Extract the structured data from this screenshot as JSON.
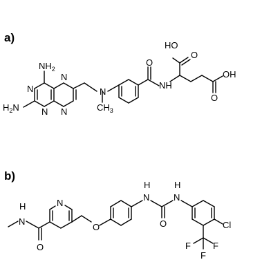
{
  "panels": [
    {
      "label": "a)",
      "atoms": {
        "ho_top": "HO",
        "o_carboxyl_top": "O",
        "oh_right": "OH",
        "o_carboxyl_right": "O",
        "nh_amide": "NH",
        "o_amide": "O",
        "n_methyl": "N",
        "ch3": "CH",
        "ch3_sub": "3",
        "nh2_top": "NH",
        "nh2_top_sub": "2",
        "h2n_left_prefix": "H",
        "h2n_left_sub": "2",
        "h2n_left_suffix": "N",
        "n_ring_1": "N",
        "n_ring_2": "N",
        "n_ring_3": "N",
        "n_ring_4": "N"
      }
    },
    {
      "label": "b)",
      "atoms": {
        "h_methylamide": "H",
        "n_methylamide": "N",
        "o_methylamide": "O",
        "n_pyridine": "N",
        "o_ether": "O",
        "h_urea_left": "H",
        "n_urea_left": "N",
        "h_urea_right": "H",
        "n_urea_right": "N",
        "o_urea": "O",
        "cl": "Cl",
        "f1": "F",
        "f2": "F",
        "f3": "F"
      }
    }
  ]
}
